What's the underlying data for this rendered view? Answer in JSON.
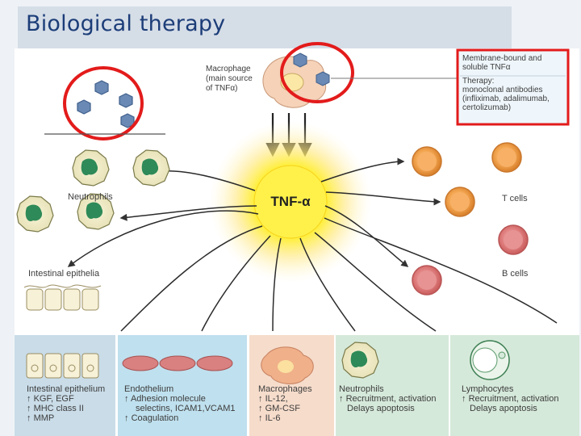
{
  "slide": {
    "title": "Biological therapy"
  },
  "diagram": {
    "center_label": "TNF-α",
    "macrophage_label": [
      "Macrophage",
      "(main source",
      "of TNFα)"
    ],
    "callout": {
      "line1": [
        "Membrane-bound and",
        "soluble TNFα"
      ],
      "line2": [
        "Therapy:",
        "monoclonal antibodies",
        "(infliximab, adalimumab,",
        "certolizumab)"
      ]
    },
    "neutrophils_label": "Neutrophils",
    "t_cells_label": "T cells",
    "b_cells_label": "B cells",
    "epithelia_label": "Intestinal epithelia"
  },
  "panels": [
    {
      "title": "Intestinal epithelium",
      "items": [
        "KGF, EGF",
        "MHC class II",
        "MMP"
      ],
      "bg": "#c9dce8"
    },
    {
      "title": "Endothelium",
      "items": [
        "Adhesion molecule",
        "selectins, ICAM1,VCAM1",
        "Coagulation"
      ],
      "bg": "#bfe0ee"
    },
    {
      "title": "Macrophages",
      "items": [
        "IL-12,",
        "GM-CSF",
        "IL-6"
      ],
      "bg": "#f6dccb"
    },
    {
      "title": "Neutrophils",
      "items": [
        "Recruitment, activation",
        "Delays apoptosis"
      ],
      "bg": "#d5e9da"
    },
    {
      "title": "Lymphocytes",
      "items": [
        "Recruitment, activation",
        "Delays apoptosis"
      ],
      "bg": "#d5e9da"
    }
  ],
  "colors": {
    "title": "#1c3d78",
    "highlight": "#e31b1b",
    "tnf": "#fff14a",
    "t_cell": "#f0a050",
    "b_cell": "#e07e7e"
  }
}
